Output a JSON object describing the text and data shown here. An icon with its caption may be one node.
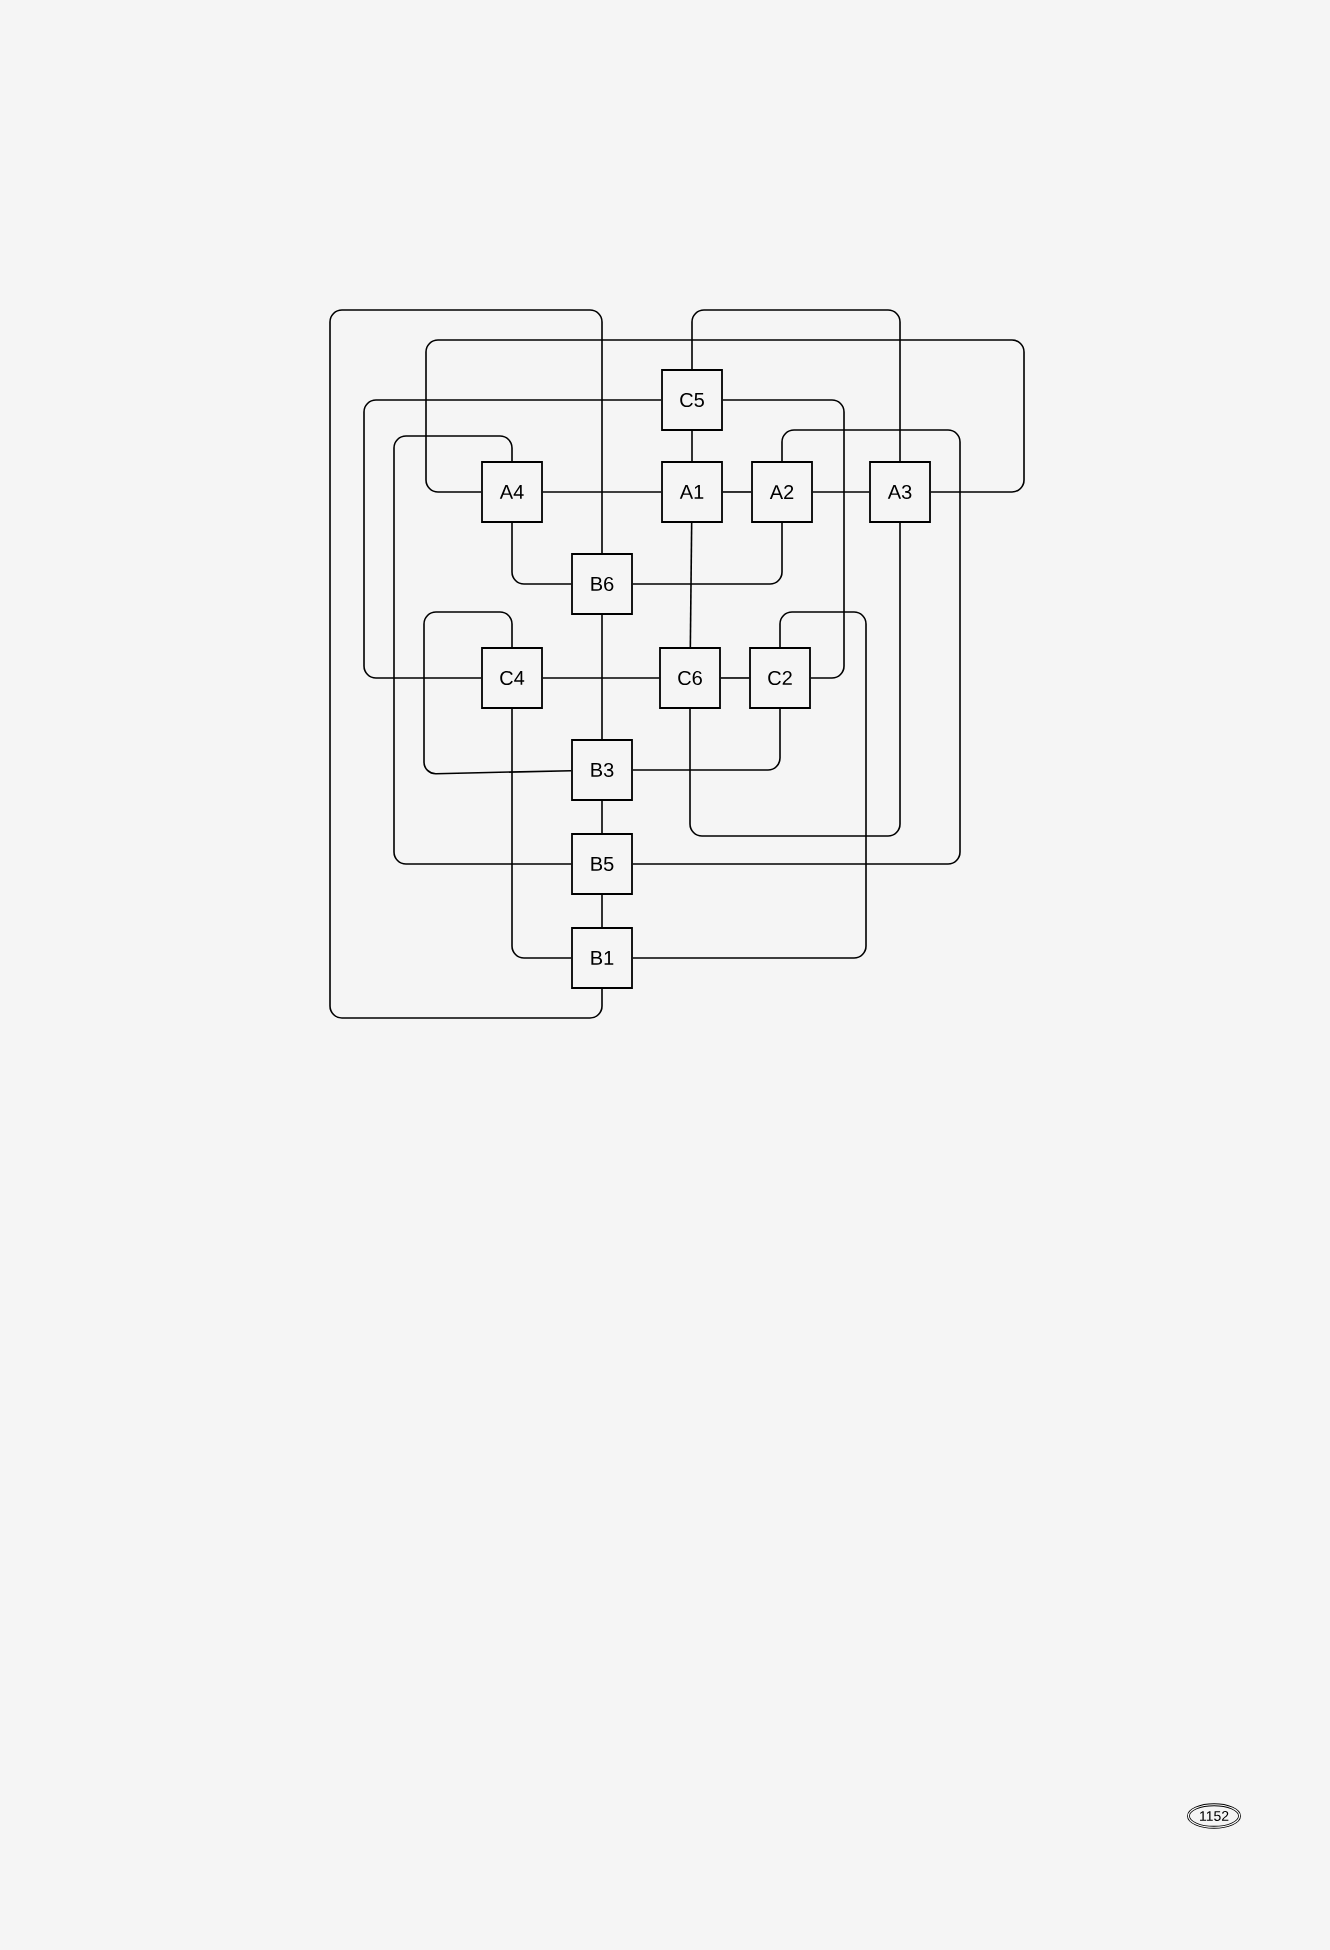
{
  "diagram": {
    "nodes": [
      {
        "text": [
          "C5"
        ]
      },
      {
        "text": [
          "A4"
        ]
      },
      {
        "text": [
          "A1"
        ]
      },
      {
        "text": [
          "A2"
        ]
      },
      {
        "text": [
          "A3"
        ]
      },
      {
        "text": [
          "B6"
        ]
      },
      {
        "text": [
          "C4"
        ]
      },
      {
        "text": [
          "C6"
        ]
      },
      {
        "text": [
          "C2"
        ]
      },
      {
        "text": [
          "B3"
        ]
      },
      {
        "text": [
          "B5"
        ]
      },
      {
        "text": [
          "B1"
        ]
      }
    ],
    "edges": [
      {
        "from": 0,
        "to": 2,
        "arrow": "none"
      },
      {
        "from": 1,
        "to": 2,
        "arrow": "none"
      },
      {
        "from": 2,
        "to": 3,
        "arrow": "none"
      },
      {
        "from": 3,
        "to": 4,
        "arrow": "none"
      },
      {
        "from": 2,
        "to": 7,
        "arrow": "none"
      },
      {
        "from": 1,
        "to": 5,
        "arrow": "none"
      },
      {
        "from": 3,
        "to": 5,
        "arrow": "none"
      },
      {
        "from": 5,
        "to": 11,
        "arrow": "none"
      },
      {
        "from": 5,
        "to": 9,
        "arrow": "none"
      },
      {
        "from": 9,
        "to": 10,
        "arrow": "none"
      },
      {
        "from": 10,
        "to": 11,
        "arrow": "none"
      },
      {
        "from": 6,
        "to": 7,
        "arrow": "none"
      },
      {
        "from": 7,
        "to": 8,
        "arrow": "none"
      },
      {
        "from": 0,
        "to": 6,
        "arrow": "none"
      },
      {
        "from": 0,
        "to": 8,
        "arrow": "none"
      },
      {
        "from": 0,
        "to": 4,
        "arrow": "none"
      },
      {
        "from": 1,
        "to": 4,
        "arrow": "none"
      },
      {
        "from": 1,
        "to": 10,
        "arrow": "none"
      },
      {
        "from": 3,
        "to": 10,
        "arrow": "none"
      },
      {
        "from": 4,
        "to": 7,
        "arrow": "none"
      },
      {
        "from": 6,
        "to": 9,
        "arrow": "none"
      },
      {
        "from": 8,
        "to": 9,
        "arrow": "none"
      },
      {
        "from": 6,
        "to": 11,
        "arrow": "none"
      },
      {
        "from": 8,
        "to": 11,
        "arrow": "none"
      }
    ],
    "labels": [
      "1152"
    ]
  }
}
